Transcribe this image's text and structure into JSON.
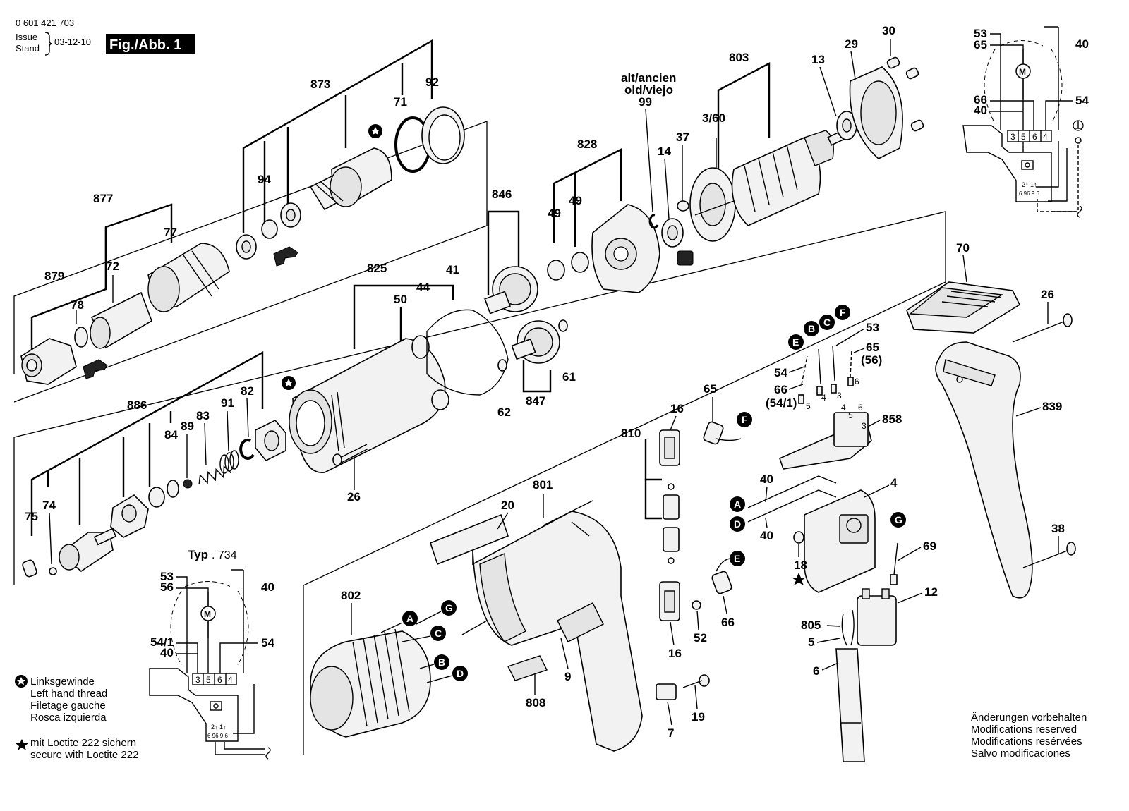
{
  "header": {
    "doc_number": "0 601 421 703",
    "issue_label": "Issue",
    "stand_label": "Stand",
    "issue_date": "03-12-10",
    "figure_label": "Fig./Abb. 1"
  },
  "part_labels": {
    "p877": "877",
    "p879": "879",
    "p78": "78",
    "p72": "72",
    "p77": "77",
    "p873": "873",
    "p94": "94",
    "p71": "71",
    "p92": "92",
    "p846": "846",
    "p825": "825",
    "p50": "50",
    "p44": "44",
    "p41": "41",
    "p847": "847",
    "p62": "62",
    "p61": "61",
    "p49a": "49",
    "p49b": "49",
    "p828": "828",
    "p99": "99",
    "p14": "14",
    "p37": "37",
    "p803": "803",
    "p360": "3/60",
    "p13": "13",
    "p29": "29",
    "p30": "30",
    "p886": "886",
    "p84": "84",
    "p89": "89",
    "p83": "83",
    "p91": "91",
    "p82": "82",
    "p75": "75",
    "p74": "74",
    "p26a": "26",
    "p802": "802",
    "p801": "801",
    "p20": "20",
    "p808": "808",
    "p9": "9",
    "p810": "810",
    "p16a": "16",
    "p65a": "65",
    "p16b": "16",
    "p52": "52",
    "p66a": "66",
    "p7": "7",
    "p19": "19",
    "p54": "54",
    "p66b": "66",
    "p5441": "(54/1)",
    "p53": "53",
    "p65b": "65",
    "p56": "(56)",
    "p858": "858",
    "p40a": "40",
    "p40b": "40",
    "p4": "4",
    "p18": "18",
    "p69": "69",
    "p12": "12",
    "p805": "805",
    "p5": "5",
    "p6": "6",
    "p70": "70",
    "p26b": "26",
    "p839": "839",
    "p38": "38"
  },
  "old_note": {
    "line1": "alt/ancien",
    "line2": "old/viejo"
  },
  "terminal_small": {
    "t4": "4",
    "t3": "3",
    "t6": "6",
    "t5": "5",
    "t4b": "4",
    "t5b": "5",
    "t6b": "6",
    "t3b": "3"
  },
  "markers": {
    "A": "A",
    "B": "B",
    "C": "C",
    "D": "D",
    "E": "E",
    "F": "F",
    "G": "G"
  },
  "wiring_top": {
    "labels": {
      "l53": "53",
      "l65": "65",
      "l66": "66",
      "l40a": "40",
      "l40b": "40",
      "l54": "54"
    },
    "terminals": [
      "3",
      "5",
      "6",
      "4"
    ],
    "switch_row1": "2↑ 1↑",
    "switch_row2": "6 96 9 6",
    "motor": "M"
  },
  "wiring_bottom": {
    "title": "Typ",
    "type_number": ". 734",
    "labels": {
      "l53": "53",
      "l56": "56",
      "l541": "54/1",
      "l40a": "40",
      "l40b": "40",
      "l54": "54"
    },
    "terminals": [
      "3",
      "5",
      "6",
      "4"
    ],
    "switch_row1": "2↑ 1↑",
    "switch_row2": "6 96 9 6",
    "motor": "M"
  },
  "legend": {
    "left_thread": [
      "Linksgewinde",
      "Left hand thread",
      "Filetage gauche",
      "Rosca izquierda"
    ],
    "loctite": [
      "mit Loctite 222 sichern",
      "secure with Loctite 222"
    ]
  },
  "modifications": [
    "Änderungen vorbehalten",
    "Modifications reserved",
    "Modifications resérvées",
    "Salvo modificaciones"
  ]
}
